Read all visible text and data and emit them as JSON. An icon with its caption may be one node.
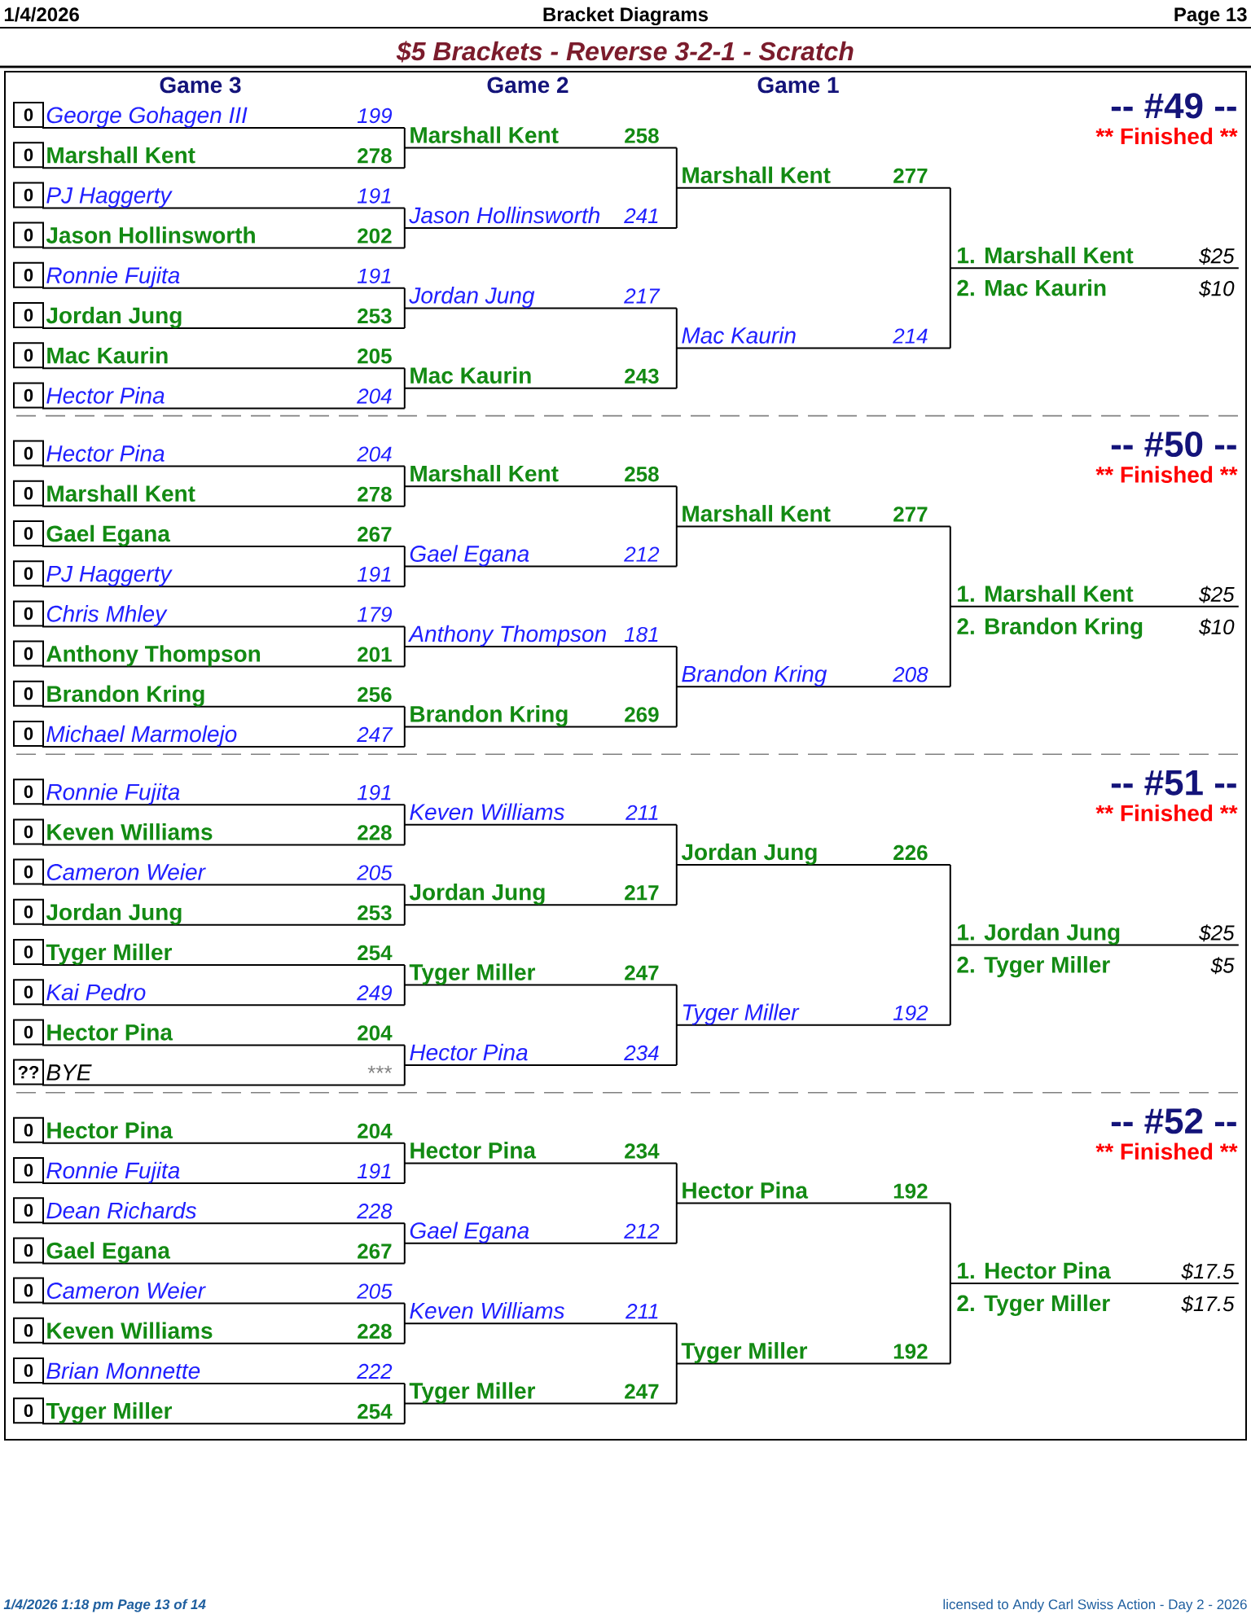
{
  "diagram": {
    "title": "$5 Brackets - Reverse 3-2-1 - Scratch",
    "nodes": [
      {
        "text": [
          "George Gohagen III",
          "199"
        ],
        "beside": [
          "0"
        ]
      },
      {
        "text": [
          "Marshall Kent",
          "278"
        ],
        "beside": [
          "0"
        ]
      },
      {
        "text": [
          "PJ Haggerty",
          "191"
        ],
        "beside": [
          "0"
        ]
      },
      {
        "text": [
          "Jason Hollinsworth",
          "202"
        ],
        "beside": [
          "0"
        ]
      },
      {
        "text": [
          "Ronnie Fujita",
          "191"
        ],
        "beside": [
          "0"
        ]
      },
      {
        "text": [
          "Jordan Jung",
          "253"
        ],
        "beside": [
          "0"
        ]
      },
      {
        "text": [
          "Mac Kaurin",
          "205"
        ],
        "beside": [
          "0"
        ]
      },
      {
        "text": [
          "Hector Pina",
          "204"
        ],
        "beside": [
          "0"
        ]
      },
      {
        "text": [
          "Marshall Kent",
          "258"
        ]
      },
      {
        "text": [
          "Jason Hollinsworth",
          "241"
        ]
      },
      {
        "text": [
          "Jordan Jung",
          "217"
        ]
      },
      {
        "text": [
          "Mac Kaurin",
          "243"
        ]
      },
      {
        "text": [
          "Marshall Kent",
          "277"
        ]
      },
      {
        "text": [
          "Mac Kaurin",
          "214"
        ]
      },
      {
        "text": [
          "1. Marshall Kent",
          "$25"
        ]
      },
      {
        "text": [
          "2. Mac Kaurin",
          "$10"
        ]
      },
      {
        "text": [
          "Hector Pina",
          "204"
        ],
        "beside": [
          "0"
        ]
      },
      {
        "text": [
          "Marshall Kent",
          "278"
        ],
        "beside": [
          "0"
        ]
      },
      {
        "text": [
          "Gael Egana",
          "267"
        ],
        "beside": [
          "0"
        ]
      },
      {
        "text": [
          "PJ Haggerty",
          "191"
        ],
        "beside": [
          "0"
        ]
      },
      {
        "text": [
          "Chris Mhley",
          "179"
        ],
        "beside": [
          "0"
        ]
      },
      {
        "text": [
          "Anthony Thompson",
          "201"
        ],
        "beside": [
          "0"
        ]
      },
      {
        "text": [
          "Brandon Kring",
          "256"
        ],
        "beside": [
          "0"
        ]
      },
      {
        "text": [
          "Michael Marmolejo",
          "247"
        ],
        "beside": [
          "0"
        ]
      },
      {
        "text": [
          "Marshall Kent",
          "258"
        ]
      },
      {
        "text": [
          "Gael Egana",
          "212"
        ]
      },
      {
        "text": [
          "Anthony Thompson",
          "181"
        ]
      },
      {
        "text": [
          "Brandon Kring",
          "269"
        ]
      },
      {
        "text": [
          "Marshall Kent",
          "277"
        ]
      },
      {
        "text": [
          "Brandon Kring",
          "208"
        ]
      },
      {
        "text": [
          "1. Marshall Kent",
          "$25"
        ]
      },
      {
        "text": [
          "2. Brandon Kring",
          "$10"
        ]
      },
      {
        "text": [
          "Ronnie Fujita",
          "191"
        ],
        "beside": [
          "0"
        ]
      },
      {
        "text": [
          "Keven Williams",
          "228"
        ],
        "beside": [
          "0"
        ]
      },
      {
        "text": [
          "Cameron Weier",
          "205"
        ],
        "beside": [
          "0"
        ]
      },
      {
        "text": [
          "Jordan Jung",
          "253"
        ],
        "beside": [
          "0"
        ]
      },
      {
        "text": [
          "Tyger Miller",
          "254"
        ],
        "beside": [
          "0"
        ]
      },
      {
        "text": [
          "Kai Pedro",
          "249"
        ],
        "beside": [
          "0"
        ]
      },
      {
        "text": [
          "Hector Pina",
          "204"
        ],
        "beside": [
          "0"
        ]
      },
      {
        "text": [
          "BYE",
          "***"
        ],
        "beside": [
          "??"
        ]
      },
      {
        "text": [
          "Keven Williams",
          "211"
        ]
      },
      {
        "text": [
          "Jordan Jung",
          "217"
        ]
      },
      {
        "text": [
          "Tyger Miller",
          "247"
        ]
      },
      {
        "text": [
          "Hector Pina",
          "234"
        ]
      },
      {
        "text": [
          "Jordan Jung",
          "226"
        ]
      },
      {
        "text": [
          "Tyger Miller",
          "192"
        ]
      },
      {
        "text": [
          "1. Jordan Jung",
          "$25"
        ]
      },
      {
        "text": [
          "2. Tyger Miller",
          "$5"
        ]
      },
      {
        "text": [
          "Hector Pina",
          "204"
        ],
        "beside": [
          "0"
        ]
      },
      {
        "text": [
          "Ronnie Fujita",
          "191"
        ],
        "beside": [
          "0"
        ]
      },
      {
        "text": [
          "Dean Richards",
          "228"
        ],
        "beside": [
          "0"
        ]
      },
      {
        "text": [
          "Gael Egana",
          "267"
        ],
        "beside": [
          "0"
        ]
      },
      {
        "text": [
          "Cameron Weier",
          "205"
        ],
        "beside": [
          "0"
        ]
      },
      {
        "text": [
          "Keven Williams",
          "228"
        ],
        "beside": [
          "0"
        ]
      },
      {
        "text": [
          "Brian Monnette",
          "222"
        ],
        "beside": [
          "0"
        ]
      },
      {
        "text": [
          "Tyger Miller",
          "254"
        ],
        "beside": [
          "0"
        ]
      },
      {
        "text": [
          "Hector Pina",
          "234"
        ]
      },
      {
        "text": [
          "Gael Egana",
          "212"
        ]
      },
      {
        "text": [
          "Keven Williams",
          "211"
        ]
      },
      {
        "text": [
          "Tyger Miller",
          "247"
        ]
      },
      {
        "text": [
          "Hector Pina",
          "192"
        ]
      },
      {
        "text": [
          "Tyger Miller",
          "192"
        ]
      },
      {
        "text": [
          "1. Hector Pina",
          "$17.5"
        ]
      },
      {
        "text": [
          "2. Tyger Miller",
          "$17.5"
        ]
      }
    ],
    "edges": [
      {
        "from": 0,
        "to": 8,
        "arrow": "none"
      },
      {
        "from": 1,
        "to": 8,
        "arrow": "none"
      },
      {
        "from": 2,
        "to": 9,
        "arrow": "none"
      },
      {
        "from": 3,
        "to": 9,
        "arrow": "none"
      },
      {
        "from": 4,
        "to": 10,
        "arrow": "none"
      },
      {
        "from": 5,
        "to": 10,
        "arrow": "none"
      },
      {
        "from": 6,
        "to": 11,
        "arrow": "none"
      },
      {
        "from": 7,
        "to": 11,
        "arrow": "none"
      },
      {
        "from": 8,
        "to": 12,
        "arrow": "none"
      },
      {
        "from": 9,
        "to": 12,
        "arrow": "none"
      },
      {
        "from": 10,
        "to": 13,
        "arrow": "none"
      },
      {
        "from": 11,
        "to": 13,
        "arrow": "none"
      },
      {
        "from": 12,
        "to": 14,
        "arrow": "none"
      },
      {
        "from": 13,
        "to": 14,
        "arrow": "none"
      },
      {
        "from": 16,
        "to": 24,
        "arrow": "none"
      },
      {
        "from": 17,
        "to": 24,
        "arrow": "none"
      },
      {
        "from": 18,
        "to": 25,
        "arrow": "none"
      },
      {
        "from": 19,
        "to": 25,
        "arrow": "none"
      },
      {
        "from": 20,
        "to": 26,
        "arrow": "none"
      },
      {
        "from": 21,
        "to": 26,
        "arrow": "none"
      },
      {
        "from": 22,
        "to": 27,
        "arrow": "none"
      },
      {
        "from": 23,
        "to": 27,
        "arrow": "none"
      },
      {
        "from": 24,
        "to": 28,
        "arrow": "none"
      },
      {
        "from": 25,
        "to": 28,
        "arrow": "none"
      },
      {
        "from": 26,
        "to": 29,
        "arrow": "none"
      },
      {
        "from": 27,
        "to": 29,
        "arrow": "none"
      },
      {
        "from": 28,
        "to": 30,
        "arrow": "none"
      },
      {
        "from": 29,
        "to": 30,
        "arrow": "none"
      },
      {
        "from": 32,
        "to": 40,
        "arrow": "none"
      },
      {
        "from": 33,
        "to": 40,
        "arrow": "none"
      },
      {
        "from": 34,
        "to": 41,
        "arrow": "none"
      },
      {
        "from": 35,
        "to": 41,
        "arrow": "none"
      },
      {
        "from": 36,
        "to": 42,
        "arrow": "none"
      },
      {
        "from": 37,
        "to": 42,
        "arrow": "none"
      },
      {
        "from": 38,
        "to": 43,
        "arrow": "none"
      },
      {
        "from": 39,
        "to": 43,
        "arrow": "none"
      },
      {
        "from": 40,
        "to": 44,
        "arrow": "none"
      },
      {
        "from": 41,
        "to": 44,
        "arrow": "none"
      },
      {
        "from": 42,
        "to": 45,
        "arrow": "none"
      },
      {
        "from": 43,
        "to": 45,
        "arrow": "none"
      },
      {
        "from": 44,
        "to": 46,
        "arrow": "none"
      },
      {
        "from": 45,
        "to": 46,
        "arrow": "none"
      },
      {
        "from": 48,
        "to": 56,
        "arrow": "none"
      },
      {
        "from": 49,
        "to": 56,
        "arrow": "none"
      },
      {
        "from": 50,
        "to": 57,
        "arrow": "none"
      },
      {
        "from": 51,
        "to": 57,
        "arrow": "none"
      },
      {
        "from": 52,
        "to": 58,
        "arrow": "none"
      },
      {
        "from": 53,
        "to": 58,
        "arrow": "none"
      },
      {
        "from": 54,
        "to": 59,
        "arrow": "none"
      },
      {
        "from": 55,
        "to": 59,
        "arrow": "none"
      },
      {
        "from": 56,
        "to": 60,
        "arrow": "none"
      },
      {
        "from": 57,
        "to": 60,
        "arrow": "none"
      },
      {
        "from": 58,
        "to": 61,
        "arrow": "none"
      },
      {
        "from": 59,
        "to": 61,
        "arrow": "none"
      },
      {
        "from": 60,
        "to": 62,
        "arrow": "none"
      },
      {
        "from": 61,
        "to": 62,
        "arrow": "none"
      }
    ],
    "labels": [
      "1/4/2026",
      "Bracket Diagrams",
      "Page 13",
      "Game 3",
      "Game 2",
      "Game 1",
      "-- #49 --",
      "** Finished **",
      "-- #50 --",
      "** Finished **",
      "-- #51 --",
      "** Finished **",
      "-- #52 --",
      "** Finished **",
      "1/4/2026 1:18 pm Page 13 of 14",
      "licensed to Andy Carl Swiss Action - Day 2 - 2026"
    ]
  }
}
